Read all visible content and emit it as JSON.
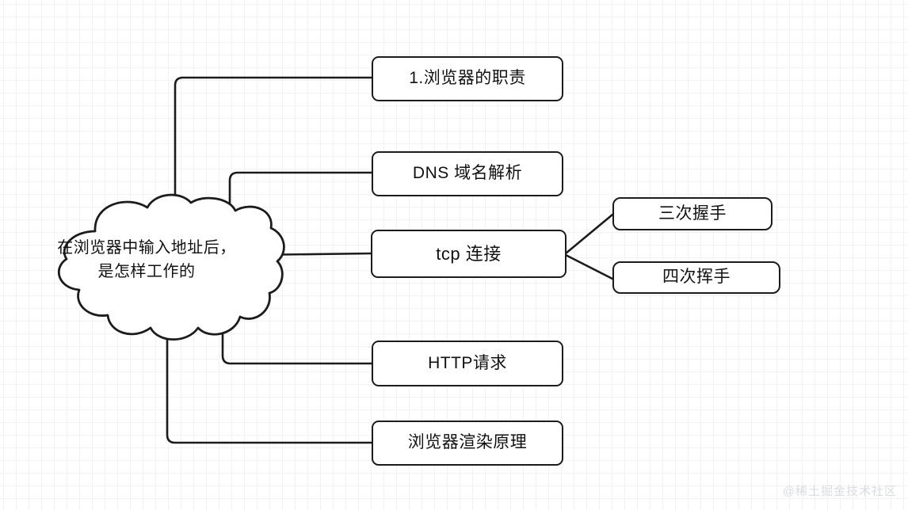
{
  "diagram": {
    "title": "在浏览器中输入地址后，是怎样工作的",
    "root": {
      "shape": "cloud",
      "line1": "在浏览器中输入地址后，",
      "line2": "是怎样工作的"
    },
    "nodes": [
      {
        "id": "browser-duty",
        "label": "1.浏览器的职责"
      },
      {
        "id": "dns",
        "label": "DNS 域名解析"
      },
      {
        "id": "tcp",
        "label": "tcp 连接"
      },
      {
        "id": "http",
        "label": "HTTP请求"
      },
      {
        "id": "render",
        "label": "浏览器渲染原理"
      }
    ],
    "subnodes": [
      {
        "id": "handshake",
        "label": "三次握手",
        "parent": "tcp"
      },
      {
        "id": "wave",
        "label": "四次挥手",
        "parent": "tcp"
      }
    ],
    "style": {
      "stroke": "#1c1c1c",
      "fill": "#ffffff",
      "grid_minor": "#f2f2f2",
      "grid_major": "#d8d8d8",
      "watermark_color": "#d9dde1"
    }
  },
  "watermark": {
    "text": "@稀土掘金技术社区"
  }
}
